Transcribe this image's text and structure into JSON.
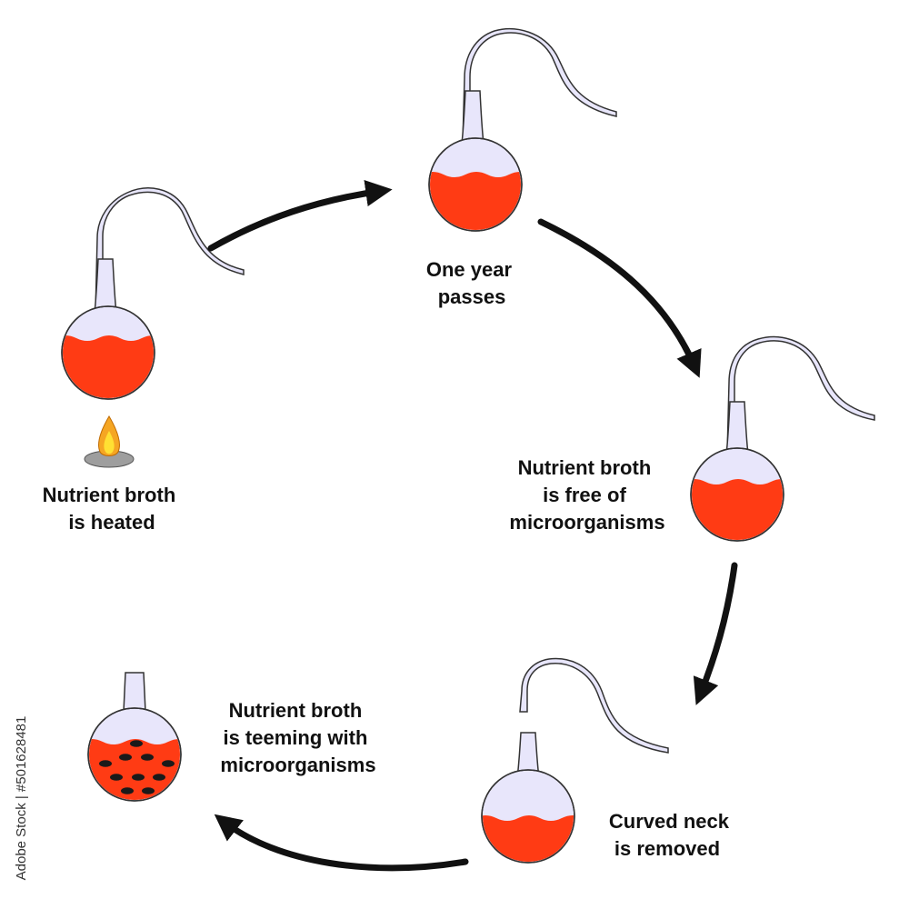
{
  "steps": {
    "heated": {
      "line1": "Nutrient broth",
      "line2": "is heated"
    },
    "year": {
      "line1": "One year",
      "line2": "passes"
    },
    "free": {
      "line1": "Nutrient broth",
      "line2": "is free of",
      "line3": "microorganisms"
    },
    "removed": {
      "line1": "Curved neck",
      "line2": "is removed"
    },
    "teeming": {
      "line1": "Nutrient broth",
      "line2": "is teeming with",
      "line3": "microorganisms"
    }
  },
  "watermark": "Adobe Stock | #501628481",
  "colors": {
    "broth": "#ff3b14",
    "glass": "#e8e6fb",
    "outline": "#333333",
    "arrow": "#111111",
    "microbe": "#1a1a1a",
    "flame_outer": "#f5a623",
    "flame_inner": "#ffe033",
    "burner": "#9e9e9e"
  }
}
